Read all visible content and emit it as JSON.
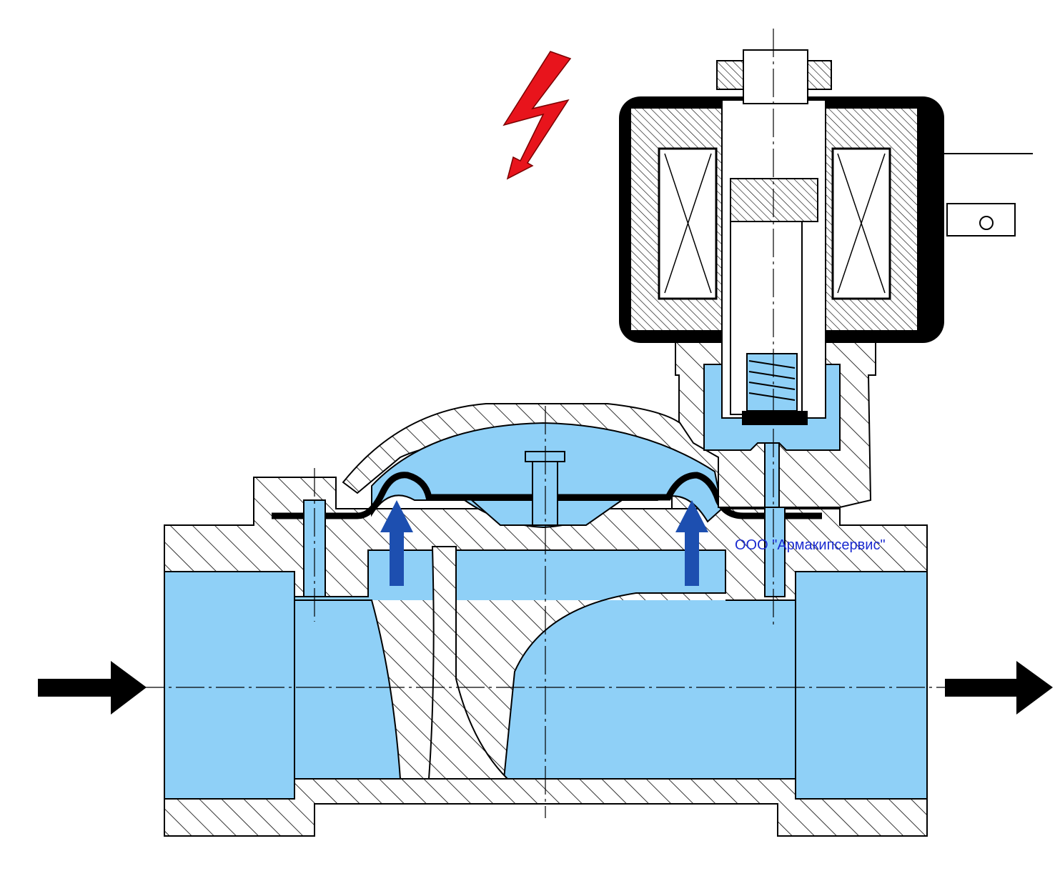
{
  "diagram": {
    "type": "solenoid-valve-cross-section",
    "state": "energized",
    "caption": "ООО \"Армакипсервис\"",
    "colors": {
      "fluid": "#8fd0f7",
      "hatch": "#000000",
      "caption": "#1a2ad0",
      "lightning": "#e8141c",
      "lift_arrows": "#1d4fb0",
      "flow_arrows": "#000000"
    },
    "icons": [
      "lightning-bolt-icon",
      "flow-in-arrow-icon",
      "flow-out-arrow-icon",
      "diaphragm-lift-arrow-icon"
    ]
  }
}
